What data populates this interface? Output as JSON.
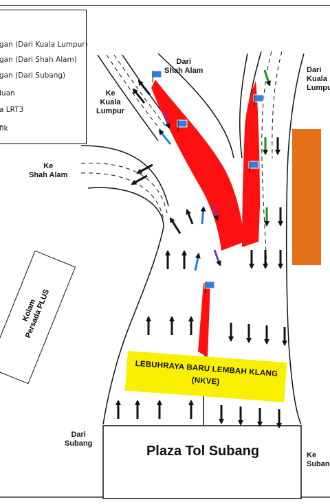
{
  "legend": {
    "items": [
      "gan (Dari Kuala Lumpur)",
      "gan (Dari Shah Alam)",
      "gan (Dari Subang)",
      "luan",
      "a LRT3",
      "fik"
    ]
  },
  "places": {
    "dari_shah_alam": "Dari\nShah Alam",
    "ke_kuala_lumpur": "Ke\nKuala\nLumpur",
    "dari_kuala_lumpur": "Dari\nKuala\nLumpu",
    "ke_shah_alam": "Ke\nShah Alam",
    "dari_subang": "Dari\nSubang",
    "ke_subang": "Ke\nSuban"
  },
  "kolam": "Kolam\nPersada PLUS",
  "banner": {
    "line1": "LEBUHRAYA BARU LEMBAH KLANG",
    "line2": "(NKVE)"
  },
  "toll_plaza": "Plaza Tol Subang",
  "colors": {
    "red_zone": "#ff1010",
    "orange_block": "#e5701a",
    "banner": "#f8f000",
    "arrow_black": "#111111",
    "arrow_blue": "#1e7fd6",
    "arrow_purple": "#7a35a8",
    "arrow_green": "#1e8a1e",
    "flag": "#2f7fe0"
  }
}
